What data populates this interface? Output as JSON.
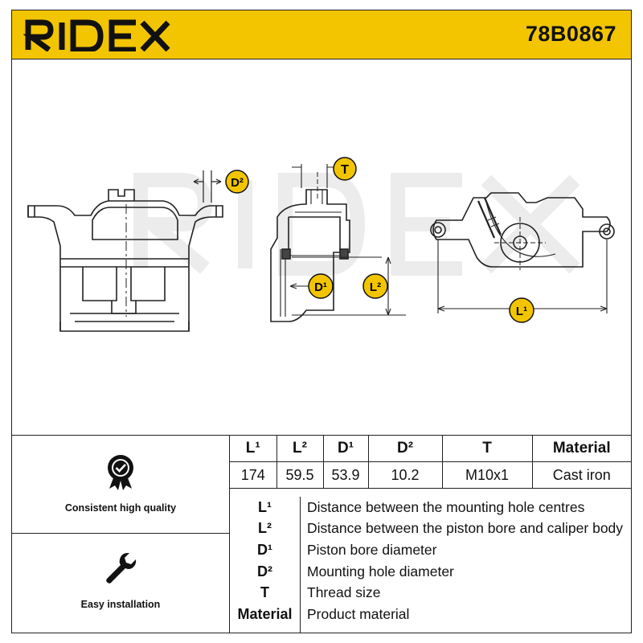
{
  "brand": {
    "name": "RIDEX",
    "color": "#f2c500"
  },
  "part_number": "78B0867",
  "callouts": {
    "D2": "D²",
    "T": "T",
    "D1": "D¹",
    "L2": "L²",
    "L1": "L¹"
  },
  "features": [
    {
      "icon": "quality-badge-icon",
      "label": "Consistent high quality"
    },
    {
      "icon": "wrench-icon",
      "label": "Easy installation"
    }
  ],
  "specs": {
    "headers": [
      "L¹",
      "L²",
      "D¹",
      "D²",
      "T",
      "Material"
    ],
    "values": [
      "174",
      "59.5",
      "53.9",
      "10.2",
      "M10x1",
      "Cast iron"
    ]
  },
  "legend": [
    {
      "key": "L¹",
      "desc": "Distance between the mounting hole centres"
    },
    {
      "key": "L²",
      "desc": "Distance between the piston bore and caliper body"
    },
    {
      "key": "D¹",
      "desc": "Piston bore diameter"
    },
    {
      "key": "D²",
      "desc": "Mounting hole diameter"
    },
    {
      "key": "T",
      "desc": "Thread size"
    },
    {
      "key": "Material",
      "desc": "Product material"
    }
  ]
}
